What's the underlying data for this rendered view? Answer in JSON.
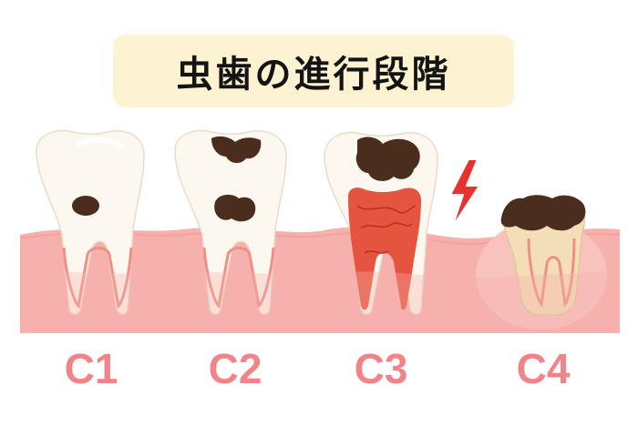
{
  "title": "虫歯の進行段階",
  "stages": [
    {
      "label": "C1"
    },
    {
      "label": "C2"
    },
    {
      "label": "C3"
    },
    {
      "label": "C4"
    }
  ],
  "colors": {
    "title_bg": "#fdf3d2",
    "gum": "#f6b1ac",
    "gum_inner": "#f8c2bd",
    "tooth": "#fcf8ef",
    "cavity": "#4a2d1c",
    "pulp": "#e5543f",
    "label": "#f08488",
    "lightning": "#e7322f"
  },
  "icons": [
    "lightning-bolt-icon"
  ]
}
